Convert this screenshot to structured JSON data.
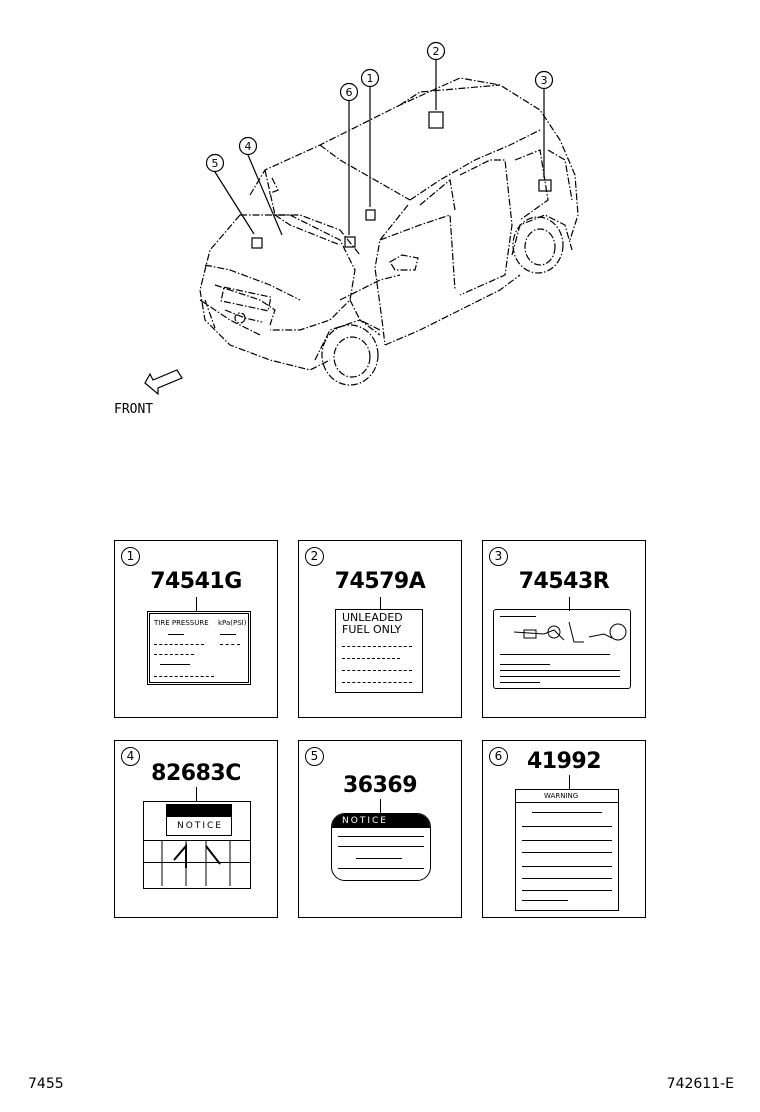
{
  "diagram": {
    "front_label": "FRONT",
    "callouts": [
      "1",
      "2",
      "3",
      "4",
      "5",
      "6"
    ]
  },
  "panels": [
    {
      "index": "1",
      "part": "74541G",
      "label_text": "TIRE PRESSURE",
      "label_unit": "kPa(PSI)"
    },
    {
      "index": "2",
      "part": "74579A",
      "label_line1": "UNLEADED",
      "label_line2": "FUEL  ONLY"
    },
    {
      "index": "3",
      "part": "74543R"
    },
    {
      "index": "4",
      "part": "82683C",
      "label_text": "NOTICE"
    },
    {
      "index": "5",
      "part": "36369",
      "label_text": "NOTICE"
    },
    {
      "index": "6",
      "part": "41992",
      "label_text": "WARNING"
    }
  ],
  "footer": {
    "left": "7455",
    "right": "742611-E"
  }
}
